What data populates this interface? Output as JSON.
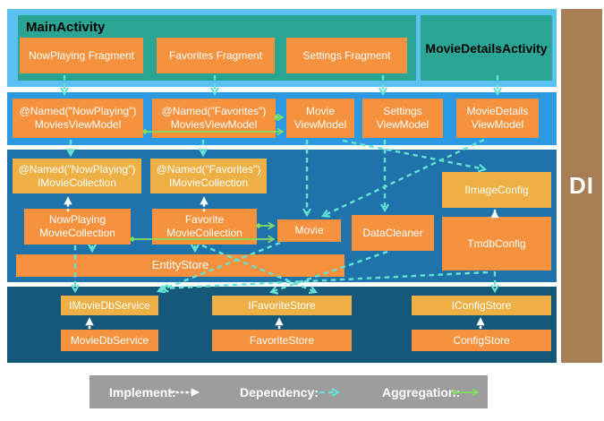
{
  "colors": {
    "activity_layer_bg": "#5BC1F0",
    "viewmodel_layer_bg": "#2C9AE2",
    "domain_layer_bg": "#1F73AA",
    "data_layer_bg": "#15587A",
    "activity_box_bg": "#2AA493",
    "class_box_bg": "#F6923E",
    "interface_box_bg": "#EEB044",
    "di_bar_bg": "#A87E55",
    "legend_bg": "#9D9D9D",
    "dependency_arrow": "#64E3D2",
    "implement_arrow": "#FFFFFF",
    "aggregation_arrow": "#84DC60"
  },
  "nodes": {
    "main_activity": {
      "label": "MainActivity"
    },
    "movie_details_activity": {
      "label": "MovieDetailsActivity"
    },
    "np_fragment": {
      "label": "NowPlaying Fragment"
    },
    "fav_fragment": {
      "label": "Favorites Fragment"
    },
    "set_fragment": {
      "label": "Settings Fragment"
    },
    "np_movies_vm": {
      "line1": "@Named(\"NowPlaying\")",
      "line2": "MoviesViewModel"
    },
    "fav_movies_vm": {
      "line1": "@Named(\"Favorites\")",
      "line2": "MoviesViewModel"
    },
    "movie_vm": {
      "line1": "Movie",
      "line2": "ViewModel"
    },
    "settings_vm": {
      "line1": "Settings",
      "line2": "ViewModel"
    },
    "movie_details_vm": {
      "line1": "MovieDetails",
      "line2": "ViewModel"
    },
    "np_imovie_collection": {
      "line1": "@Named(\"NowPlaying\")",
      "line2": "IMovieCollection"
    },
    "fav_imovie_collection": {
      "line1": "@Named(\"Favorites\")",
      "line2": "IMovieCollection"
    },
    "np_movie_collection": {
      "line1": "NowPlaying",
      "line2": "MovieCollection"
    },
    "fav_movie_collection": {
      "line1": "Favorite",
      "line2": "MovieCollection"
    },
    "movie": {
      "label": "Movie"
    },
    "data_cleaner": {
      "label": "DataCleaner"
    },
    "iimage_config": {
      "label": "IImageConfig"
    },
    "tmdb_config": {
      "label": "TmdbConfig"
    },
    "entity_store": {
      "label": "EntityStore"
    },
    "imoviedb_service": {
      "label": "IMovieDbService"
    },
    "moviedb_service": {
      "label": "MovieDbService"
    },
    "ifavorite_store": {
      "label": "IFavoriteStore"
    },
    "favorite_store": {
      "label": "FavoriteStore"
    },
    "iconfig_store": {
      "label": "IConfigStore"
    },
    "config_store": {
      "label": "ConfigStore"
    },
    "di": {
      "label": "DI"
    }
  },
  "legend": {
    "implement_label": "Implement:",
    "dependency_label": "Dependency:",
    "aggregation_label": "Aggregation:"
  },
  "edges": {
    "dependency": [
      [
        "np_fragment",
        "np_movies_vm"
      ],
      [
        "fav_fragment",
        "fav_movies_vm"
      ],
      [
        "set_fragment",
        "settings_vm"
      ],
      [
        "movie_details_activity",
        "movie_details_vm"
      ],
      [
        "np_movies_vm",
        "np_imovie_collection"
      ],
      [
        "fav_movies_vm",
        "fav_imovie_collection"
      ],
      [
        "movie_vm",
        "movie"
      ],
      [
        "settings_vm",
        "data_cleaner"
      ],
      [
        "movie_details_vm",
        "movie"
      ],
      [
        "movie_vm",
        "iimage_config"
      ],
      [
        "np_movie_collection",
        "entity_store"
      ],
      [
        "fav_movie_collection",
        "entity_store"
      ],
      [
        "np_movie_collection",
        "imoviedb_service"
      ],
      [
        "fav_movie_collection",
        "ifavorite_store"
      ],
      [
        "movie",
        "imoviedb_service"
      ],
      [
        "data_cleaner",
        "ifavorite_store"
      ],
      [
        "tmdb_config",
        "iconfig_store"
      ],
      [
        "tmdb_config",
        "imoviedb_service"
      ]
    ],
    "implement": [
      [
        "np_movie_collection",
        "np_imovie_collection"
      ],
      [
        "fav_movie_collection",
        "fav_imovie_collection"
      ],
      [
        "tmdb_config",
        "iimage_config"
      ],
      [
        "moviedb_service",
        "imoviedb_service"
      ],
      [
        "favorite_store",
        "ifavorite_store"
      ],
      [
        "config_store",
        "iconfig_store"
      ]
    ],
    "aggregation": [
      [
        "np_movies_vm",
        "movie_vm"
      ],
      [
        "fav_movies_vm",
        "movie_vm"
      ],
      [
        "np_movie_collection",
        "movie"
      ],
      [
        "fav_movie_collection",
        "movie"
      ]
    ]
  }
}
